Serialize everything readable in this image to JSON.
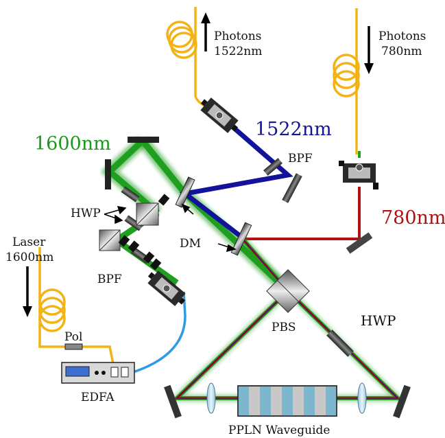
{
  "labels": {
    "photons_1522_l1": "Photons",
    "photons_1522_l2": "1522nm",
    "photons_780_l1": "Photons",
    "photons_780_l2": "780nm",
    "wl_1600": "1600nm",
    "wl_1522": "1522nm",
    "wl_780": "780nm",
    "bpf_upper": "BPF",
    "bpf_lower": "BPF",
    "hwp_left": "HWP",
    "hwp_right": "HWP",
    "dm": "DM",
    "laser_l1": "Laser",
    "laser_l2": "1600nm",
    "pol": "Pol",
    "edfa": "EDFA",
    "pbs": "PBS",
    "ppln": "PPLN Waveguide"
  },
  "colors": {
    "green_beam": "#1f9e1f",
    "blue_beam": "#12129a",
    "red_beam": "#b31212",
    "fiber_yellow": "#f4b315",
    "fiber_blue": "#2b9be6",
    "label_green": "#1a9a1a",
    "label_blue": "#141496",
    "label_red": "#b01010",
    "ppln_blue": "#7fb6cf",
    "ppln_gray": "#c8c8c8"
  }
}
